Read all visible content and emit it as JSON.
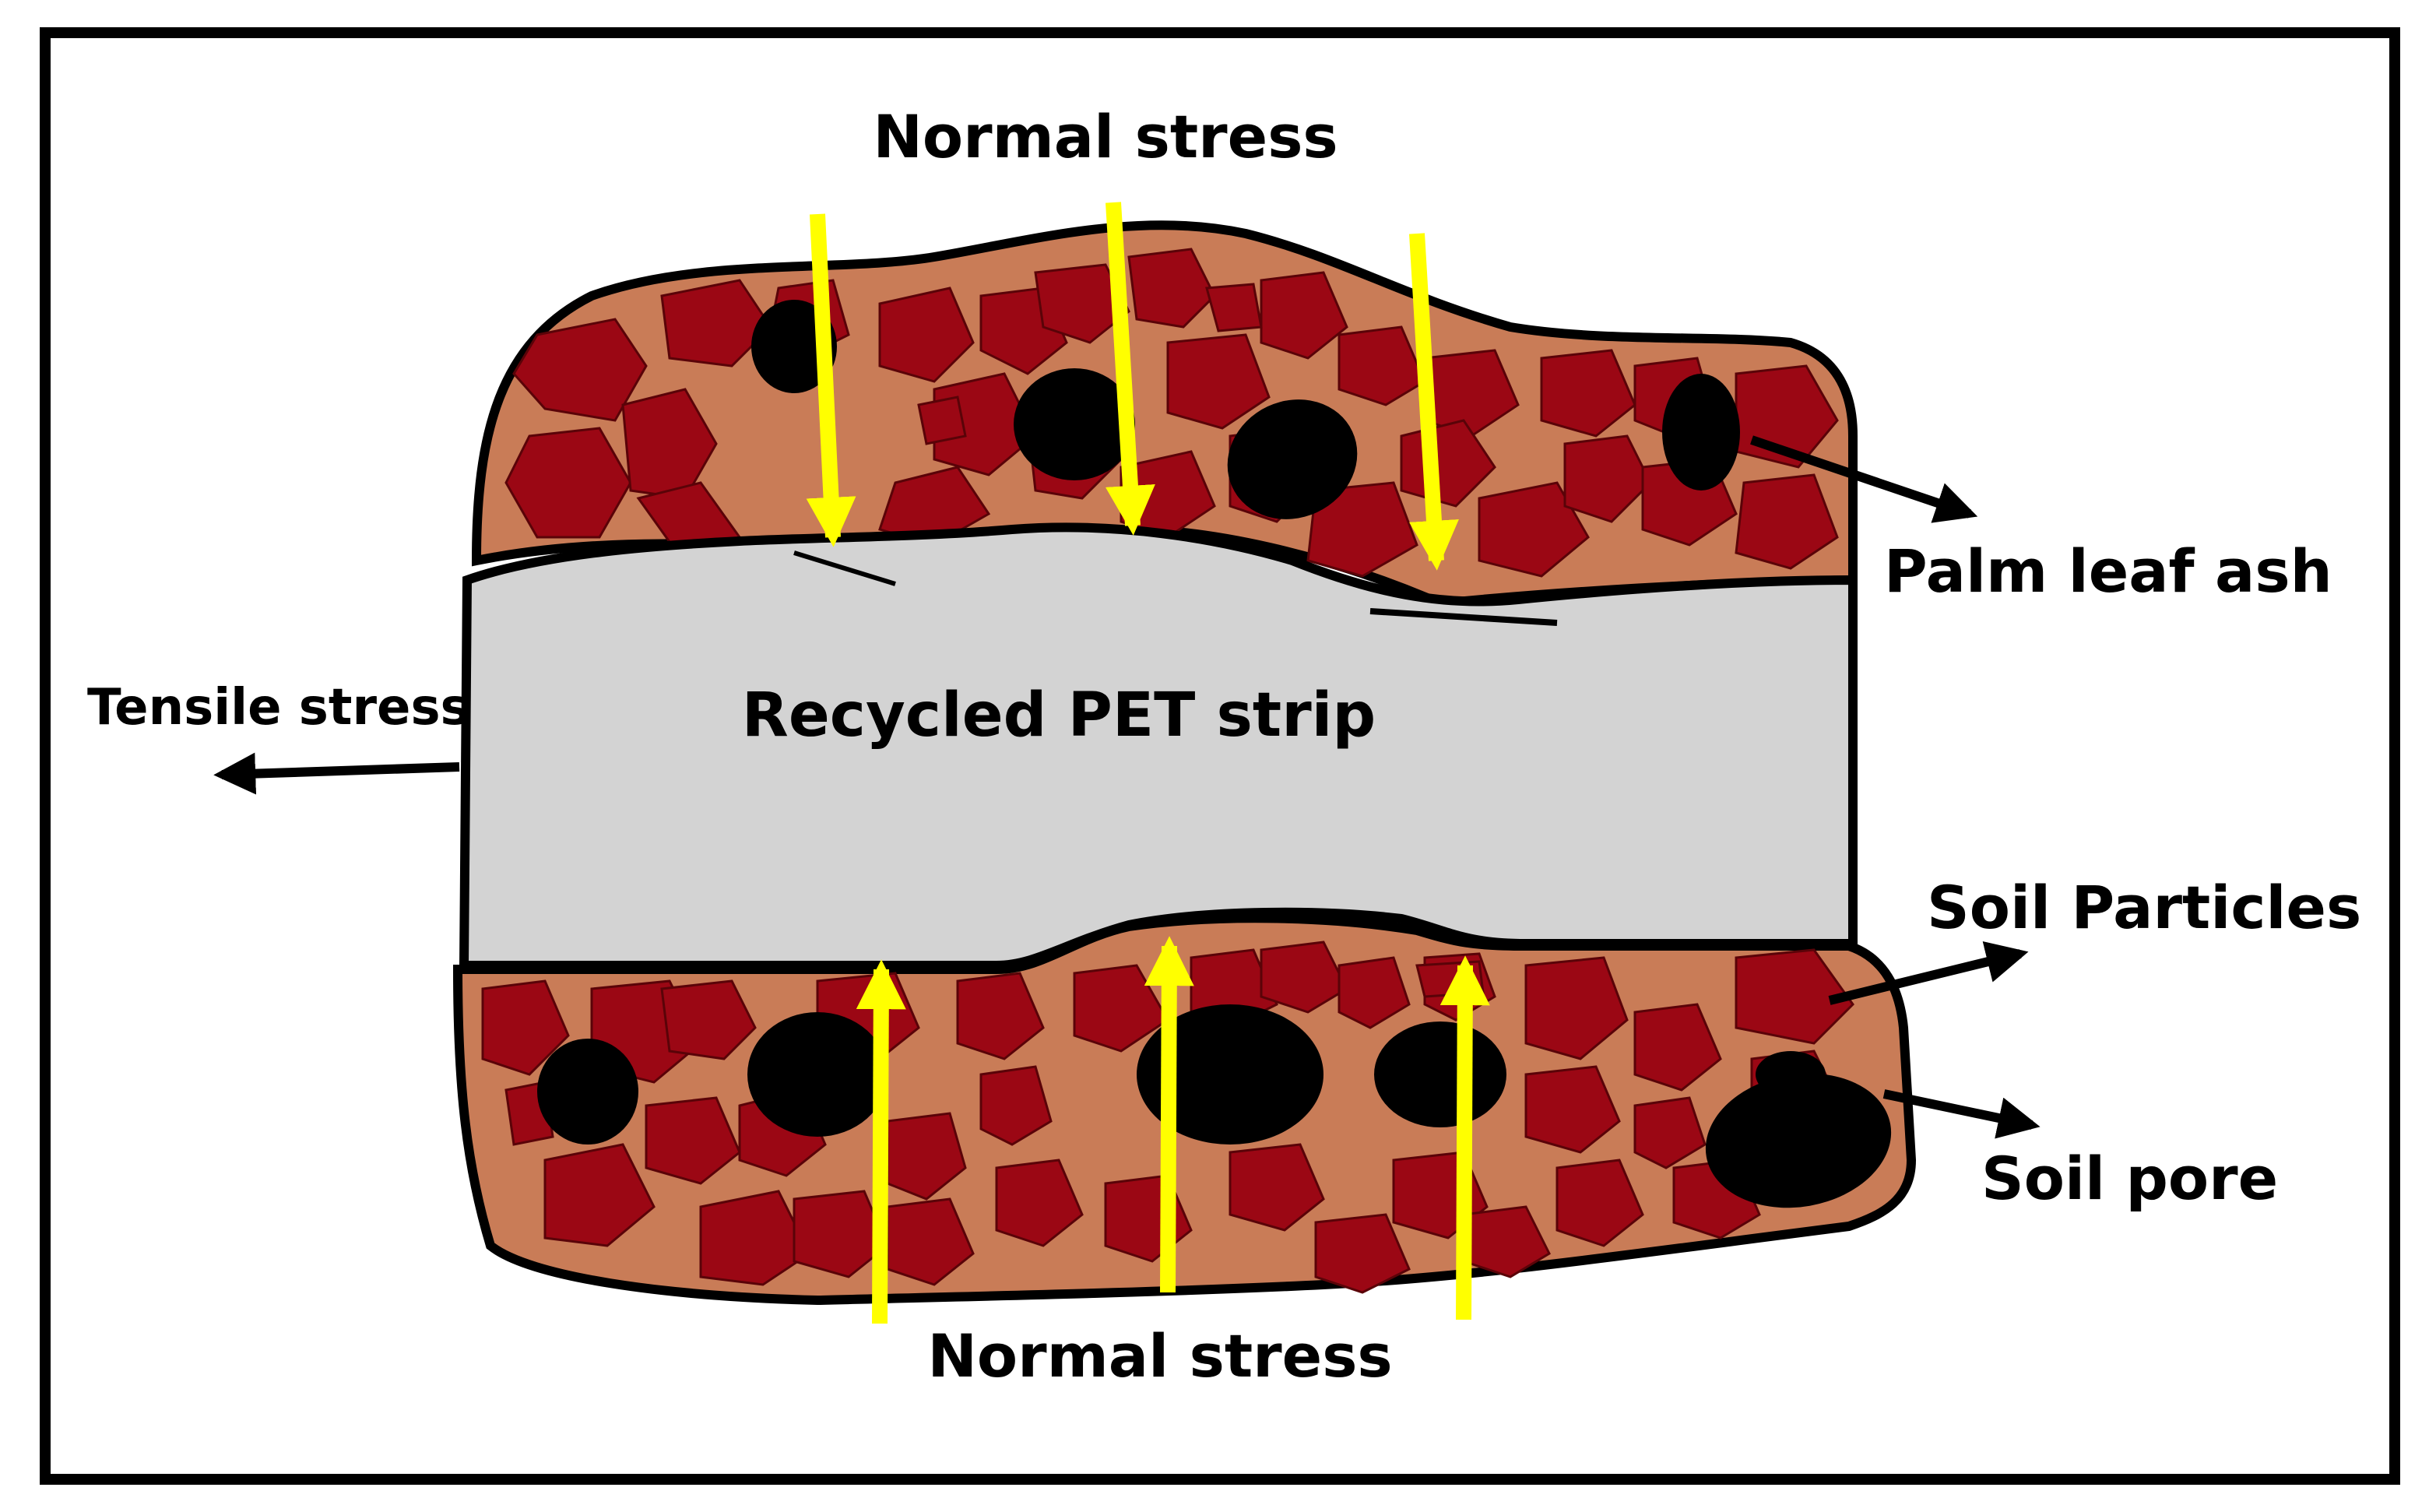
{
  "labels": {
    "normal_stress_top": "Normal stress",
    "normal_stress_bottom": "Normal stress",
    "tensile_stress": "Tensile stress",
    "recycled_pet_strip": "Recycled PET strip",
    "palm_leaf_ash": "Palm leaf ash",
    "soil_particles": "Soil Particles",
    "soil_pore": "Soil pore"
  },
  "colors": {
    "frame": "#000000",
    "soil_matrix": "#c97c57",
    "soil_particle": "#9b0714",
    "particle_outline": "#5a0308",
    "pore": "#000000",
    "pet_strip": "#d3d3d3",
    "normal_stress_arrow": "#ffff00",
    "pointer_arrow": "#000000"
  }
}
